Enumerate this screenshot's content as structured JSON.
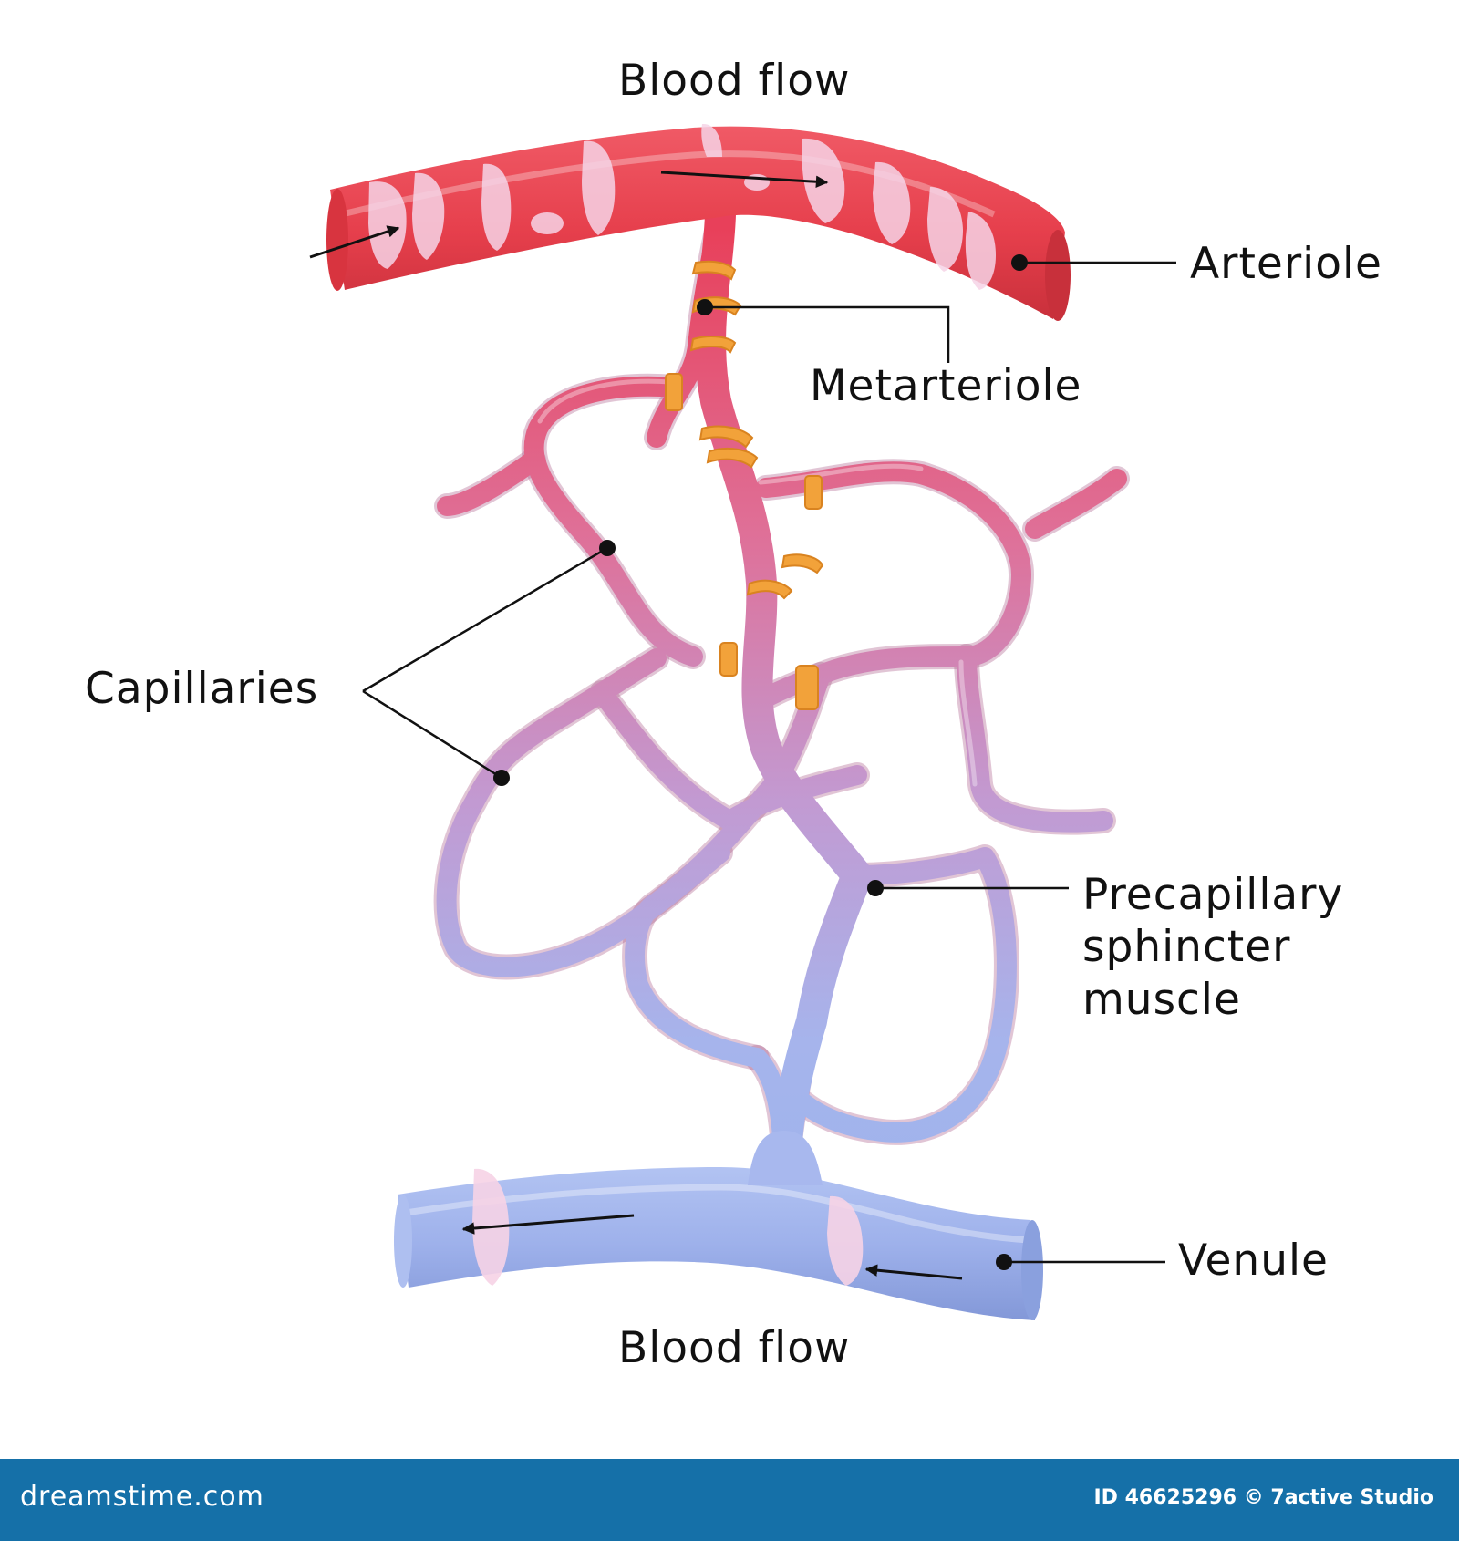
{
  "labels": {
    "blood_flow_top": "Blood flow",
    "arteriole": "Arteriole",
    "metarteriole": "Metarteriole",
    "capillaries": "Capillaries",
    "precapillary_line1": "Precapillary",
    "precapillary_line2": "sphincter",
    "precapillary_line3": "muscle",
    "venule": "Venule",
    "blood_flow_bottom": "Blood flow"
  },
  "footer": {
    "logo": "dreamstime.com",
    "credit": "ID 46625296 © 7active Studio"
  },
  "colors": {
    "arteriole": "#e8424f",
    "venule": "#9fb3ec",
    "sphincter": "#f2a23a",
    "smooth_muscle_band": "#f6d3e6",
    "footer": "#1570a8"
  }
}
